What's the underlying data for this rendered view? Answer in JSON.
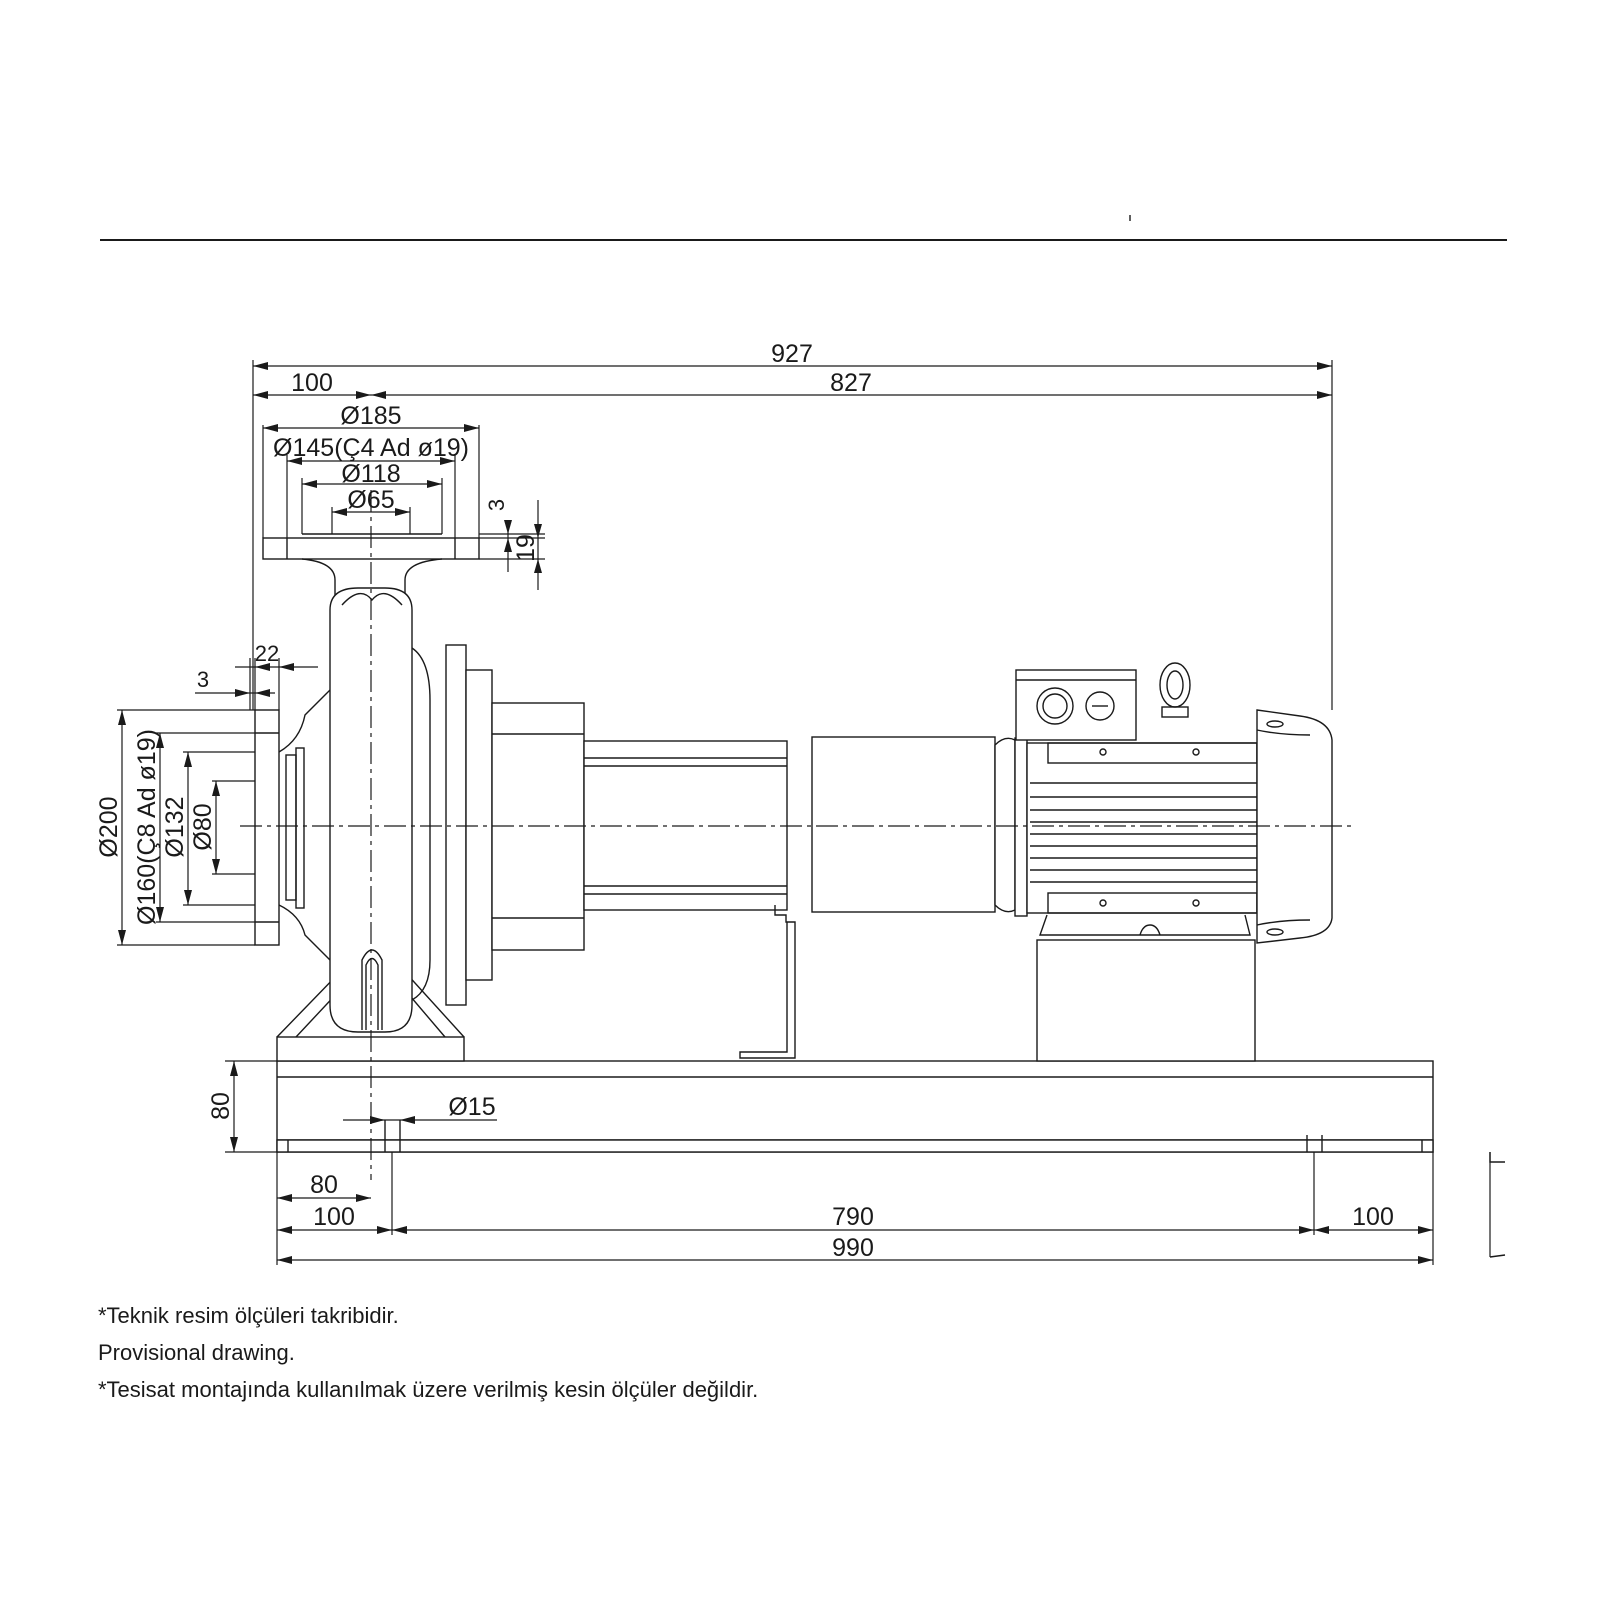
{
  "drawing": {
    "dimensions": {
      "overall_length": "927",
      "suction_offset": "100",
      "motor_length": "827",
      "flange_outer_d": "Ø185",
      "flange_bolt_circle": "Ø145(Ç4 Ad ø19)",
      "flange_raised_face": "Ø118",
      "discharge_bore": "Ø65",
      "flange_gap": "3",
      "flange_thickness": "19",
      "suction_gap": "3",
      "suction_flange_thk": "22",
      "suction_outer_d": "Ø200",
      "suction_bolt_circle": "Ø160(Ç8 Ad ø19)",
      "suction_raised_face": "Ø132",
      "suction_bore": "Ø80",
      "base_height": "80",
      "anchor_hole": "Ø15",
      "pump_foot_offset": "80",
      "base_left_hole": "100",
      "base_hole_span": "790",
      "base_right_hole": "100",
      "base_length": "990"
    },
    "notes": [
      "*Teknik resim ölçüleri takribidir.",
      "Provisional drawing.",
      "*Tesisat montajında kullanılmak üzere verilmiş kesin ölçüler değildir."
    ],
    "line_color": "#1a1a1a",
    "background": "#ffffff"
  }
}
